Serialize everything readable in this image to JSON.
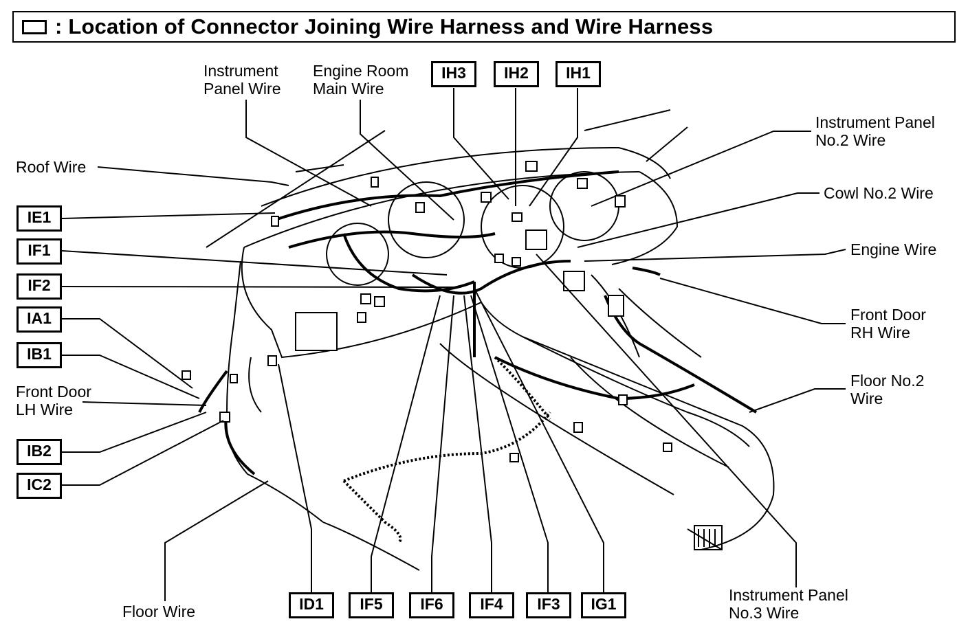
{
  "title": {
    "legend_symbol": "box-icon",
    "text": ": Location of Connector Joining Wire Harness and Wire Harness"
  },
  "wire_labels": {
    "instrument_panel_wire": [
      "Instrument",
      "Panel Wire"
    ],
    "engine_room_main_wire": [
      "Engine Room",
      "Main Wire"
    ],
    "roof_wire": "Roof Wire",
    "front_door_lh_wire": [
      "Front Door",
      "LH Wire"
    ],
    "floor_wire": "Floor Wire",
    "instrument_panel_no2_wire": [
      "Instrument Panel",
      "No.2 Wire"
    ],
    "cowl_no2_wire": "Cowl No.2 Wire",
    "engine_wire": "Engine Wire",
    "front_door_rh_wire": [
      "Front Door",
      "RH Wire"
    ],
    "floor_no2_wire": [
      "Floor No.2",
      "Wire"
    ],
    "instrument_panel_no3_wire": [
      "Instrument Panel",
      "No.3 Wire"
    ]
  },
  "connectors": {
    "top": [
      "IH3",
      "IH2",
      "IH1"
    ],
    "left": [
      "IE1",
      "IF1",
      "IF2",
      "IA1",
      "IB1",
      "IB2",
      "IC2"
    ],
    "bottom": [
      "ID1",
      "IF5",
      "IF6",
      "IF4",
      "IF3",
      "IG1"
    ]
  }
}
